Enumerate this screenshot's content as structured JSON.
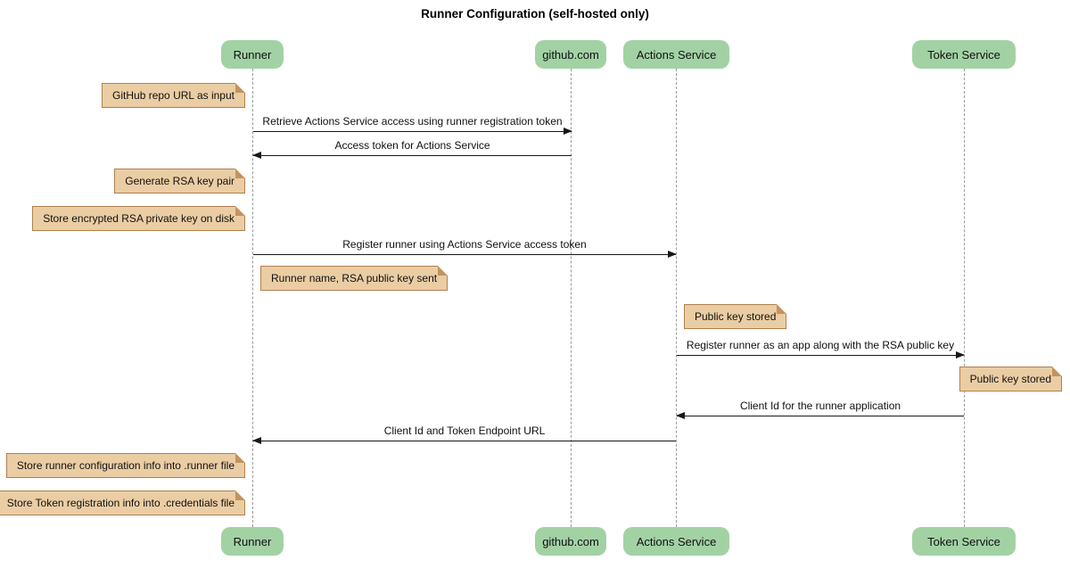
{
  "title": "Runner Configuration (self-hosted only)",
  "diagram_type": "sequence",
  "participants": [
    {
      "name": "Runner"
    },
    {
      "name": "github.com"
    },
    {
      "name": "Actions Service"
    },
    {
      "name": "Token Service"
    }
  ],
  "messages": [
    {
      "label": "Retrieve Actions Service access using runner registration token",
      "from": "Runner",
      "to": "github.com"
    },
    {
      "label": "Access token for Actions Service",
      "from": "github.com",
      "to": "Runner"
    },
    {
      "label": "Register runner using Actions Service access token",
      "from": "Runner",
      "to": "Actions Service"
    },
    {
      "label": "Register runner as an app along with the RSA public key",
      "from": "Actions Service",
      "to": "Token Service"
    },
    {
      "label": "Client Id for the runner application",
      "from": "Token Service",
      "to": "Actions Service"
    },
    {
      "label": "Client Id and Token Endpoint URL",
      "from": "Actions Service",
      "to": "Runner"
    }
  ],
  "notes": [
    {
      "text": "GitHub repo URL as input",
      "position": "left of Runner"
    },
    {
      "text": "Generate RSA key pair",
      "position": "left of Runner"
    },
    {
      "text": "Store encrypted RSA private key on disk",
      "position": "left of Runner"
    },
    {
      "text": "Runner name, RSA public key sent",
      "position": "right of Runner"
    },
    {
      "text": "Public key stored",
      "position": "right of Actions Service"
    },
    {
      "text": "Public key stored",
      "position": "right of Token Service"
    },
    {
      "text": "Store runner configuration info into .runner file",
      "position": "left of Runner"
    },
    {
      "text": "Store Token registration info into .credentials file",
      "position": "left of Runner"
    }
  ],
  "colors": {
    "participant_fill": "#a2d2a4",
    "note_fill": "#ebcda4",
    "note_border": "#b0804f",
    "lifeline": "#9b9b9b",
    "arrow": "#181818",
    "background": "#ffffff"
  }
}
